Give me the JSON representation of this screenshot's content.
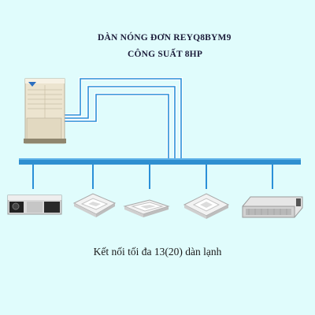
{
  "diagram": {
    "title_line1": "DÀN NÓNG ĐƠN REYQ8BYM9",
    "title_line2": "CÔNG SUẤT 8HP",
    "caption": "Kết nối tối đa 13(20) dàn lạnh",
    "colors": {
      "background": "#e0fcfc",
      "pipe": "#2a8fd8",
      "pipe_outline": "#ffffff",
      "header_bar": "#2f8fd0",
      "outdoor_unit": "#ece4cf"
    },
    "outdoor_unit_icon": "daikin-outdoor-unit-icon",
    "indoor_units": [
      {
        "icon": "duct-unit-icon"
      },
      {
        "icon": "cassette-unit-icon"
      },
      {
        "icon": "cassette-unit-icon"
      },
      {
        "icon": "cassette-unit-icon"
      },
      {
        "icon": "concealed-ceiling-unit-icon"
      }
    ]
  }
}
